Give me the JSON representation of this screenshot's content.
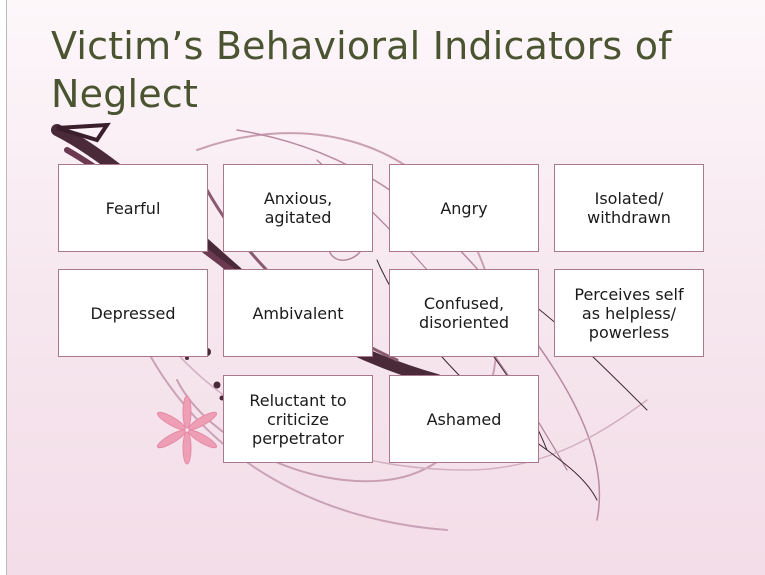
{
  "slide": {
    "title": "Victim’s Behavioral Indicators of Neglect",
    "indicators": [
      "Fearful",
      "Anxious,\nagitated",
      "Angry",
      "Isolated/\nwithdrawn",
      "Depressed",
      "Ambivalent",
      "Confused,\ndisoriented",
      "Perceives self\nas helpless/\npowerless",
      "Reluctant to\ncriticize\nperpetrator",
      "Ashamed"
    ]
  },
  "colors": {
    "title": "#4a5430",
    "box_border": "#a8788c",
    "background": "#f6e6ee",
    "ornament": "#5a3040"
  }
}
